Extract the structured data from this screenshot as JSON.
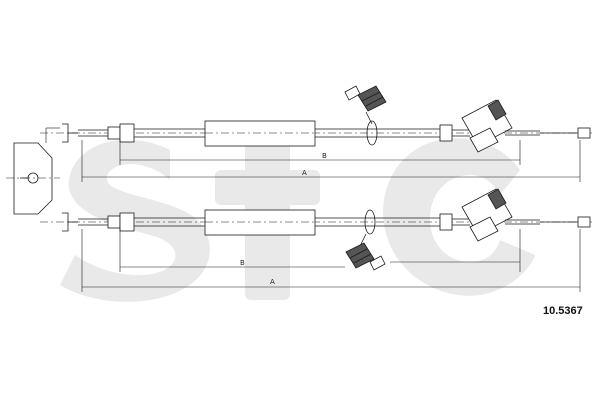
{
  "watermark": {
    "text": "stc",
    "color": "#e9e9e9"
  },
  "dimensions": {
    "upper_cable": {
      "a_label": "A",
      "b_label": "B"
    },
    "lower_cable": {
      "a_label": "A",
      "b_label": "B"
    }
  },
  "part_number": "10.5367"
}
